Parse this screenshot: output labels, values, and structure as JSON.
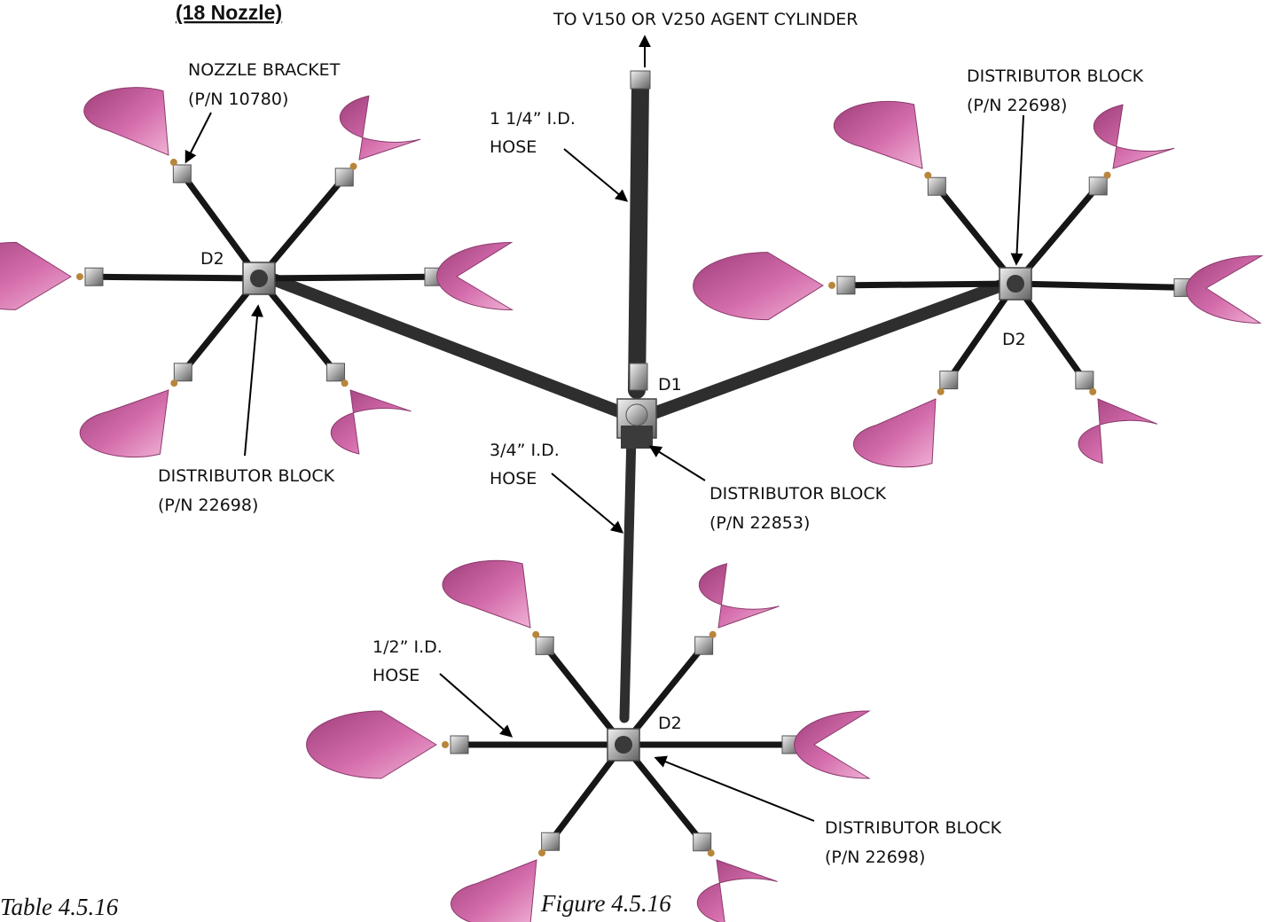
{
  "header": {
    "title": "(18 Nozzle)"
  },
  "labels": {
    "outlet": "TO V150 OR V250 AGENT CYLINDER",
    "nozzle_bracket_line1": "NOZZLE BRACKET",
    "nozzle_bracket_line2": "(P/N 10780)",
    "hose_main_line1": "1 1/4” I.D.",
    "hose_main_line2": "HOSE",
    "hose_mid_line1": "3/4” I.D.",
    "hose_mid_line2": "HOSE",
    "hose_small_line1": "1/2” I.D.",
    "hose_small_line2": "HOSE",
    "dist_left_line1": "DISTRIBUTOR BLOCK",
    "dist_left_line2": "(P/N 22698)",
    "dist_right_line1": "DISTRIBUTOR BLOCK",
    "dist_right_line2": "(P/N 22698)",
    "dist_center_line1": "DISTRIBUTOR BLOCK",
    "dist_center_line2": "(P/N 22853)",
    "dist_bottom_line1": "DISTRIBUTOR BLOCK",
    "dist_bottom_line2": "(P/N 22698)",
    "d1": "D1",
    "d2_left": "D2",
    "d2_right": "D2",
    "d2_bottom": "D2"
  },
  "captions": {
    "table": "Table 4.5.16",
    "figure": "Figure 4.5.16"
  },
  "colors": {
    "nozzle": "#c75a9c",
    "hose": "#1a1a1a",
    "fitting": "#b8b8b8"
  }
}
